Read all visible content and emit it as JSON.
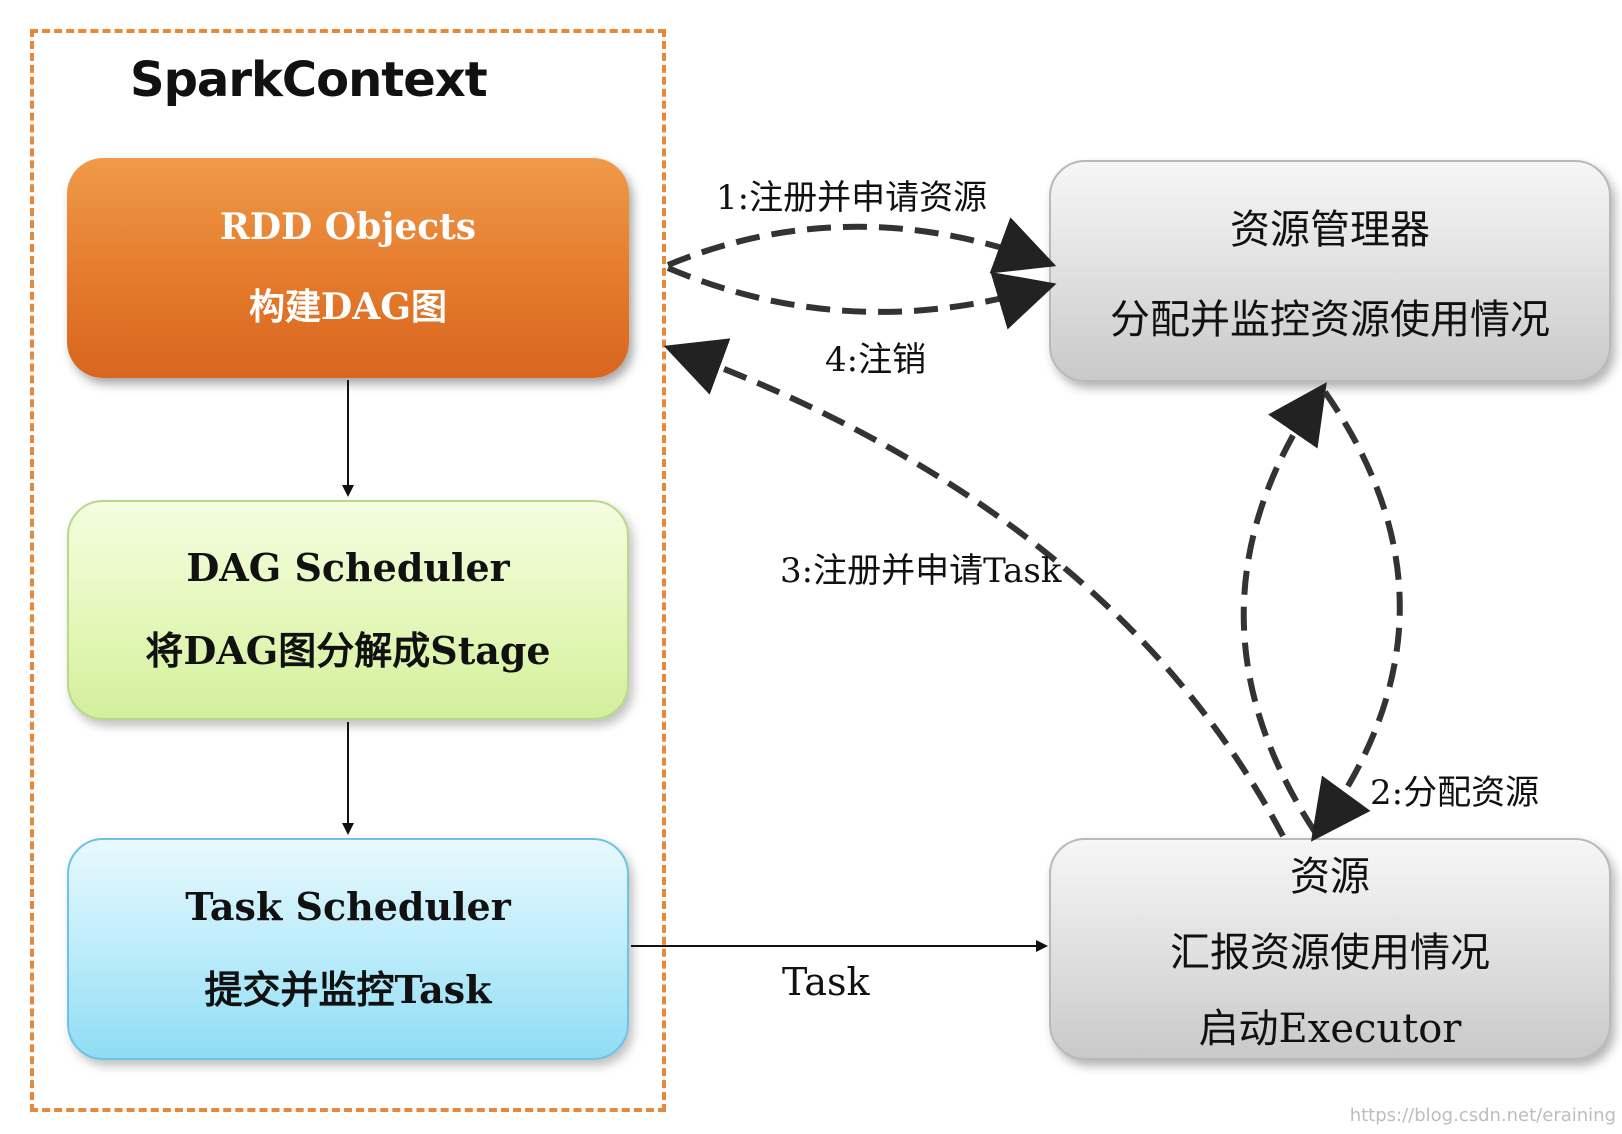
{
  "context": {
    "title": "SparkContext"
  },
  "boxes": {
    "rdd": {
      "line1": "RDD Objects",
      "line2": "构建DAG图"
    },
    "dag": {
      "line1": "DAG Scheduler",
      "line2": "将DAG图分解成Stage"
    },
    "task": {
      "line1": "Task Scheduler",
      "line2": "提交并监控Task"
    },
    "resource_manager": {
      "line1": "资源管理器",
      "line2": "分配并监控资源使用情况"
    },
    "resource": {
      "line1": "资源",
      "line2": "汇报资源使用情况",
      "line3": "启动Executor"
    }
  },
  "edges": {
    "register_label": "1:注册并申请资源",
    "allocate_label": "2:分配资源",
    "register_task_label": "3:注册并申请Task",
    "logout_label": "4:注销",
    "task_label": "Task"
  },
  "watermark": "https://blog.csdn.net/eraining",
  "colors": {
    "frame": "#e8883a",
    "rdd": "#e47a2c",
    "dag": "#e2f7b6",
    "task": "#b8ebfa",
    "gray": "#dcdcdc"
  }
}
